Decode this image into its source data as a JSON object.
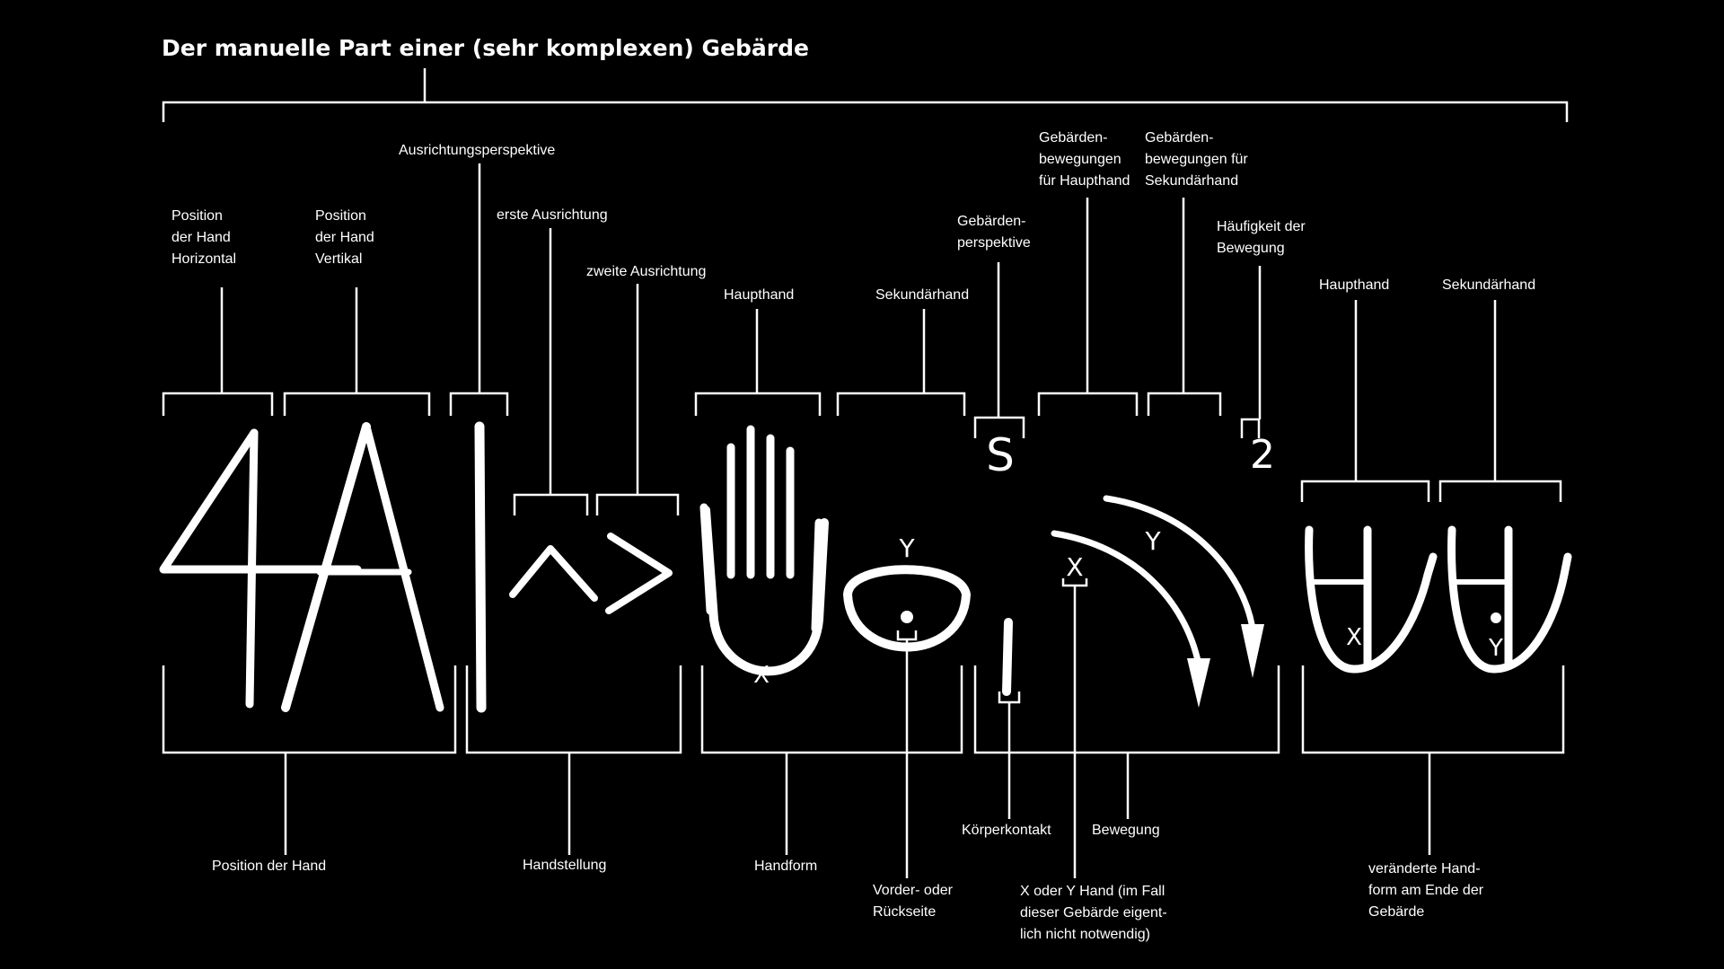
{
  "title": "Der manuelle Part einer (sehr komplexen) Gebärde",
  "top_labels": {
    "pos_horizontal": [
      "Position",
      "der Hand",
      "Horizontal"
    ],
    "pos_vertical": [
      "Position",
      "der Hand",
      "Vertikal"
    ],
    "ausrichtungsperspektive": "Ausrichtungsperspektive",
    "erste_ausrichtung": "erste Ausrichtung",
    "zweite_ausrichtung": "zweite Ausrichtung",
    "haupthand": "Haupthand",
    "sekundaerhand": "Sekundärhand",
    "gebaerdenperspektive": [
      "Gebärden-",
      "perspektive"
    ],
    "bewegungen_haupthand": [
      "Gebärden-",
      "bewegungen",
      "für Haupthand"
    ],
    "bewegungen_sekundaerhand": [
      "Gebärden-",
      "bewegungen für",
      "Sekundärhand"
    ],
    "haeufigkeit": [
      "Häufigkeit der",
      "Bewegung"
    ],
    "end_haupthand": "Haupthand",
    "end_sekundaerhand": "Sekundärhand"
  },
  "bottom_labels": {
    "position": "Position der Hand",
    "handstellung": "Handstellung",
    "handform": "Handform",
    "vorder_rueck": [
      "Vorder- oder",
      "Rückseite"
    ],
    "koerperkontakt": "Körperkontakt",
    "bewegung": "Bewegung",
    "xy_hand": [
      "X oder Y Hand (im Fall",
      "dieser Gebärde eigent-",
      "lich nicht notwendig)"
    ],
    "veraenderte": [
      "veränderte Hand-",
      "form am Ende der",
      "Gebärde"
    ]
  },
  "glyphs": {
    "perspective": "S",
    "frequency": "2",
    "x": "X",
    "y": "Y"
  }
}
